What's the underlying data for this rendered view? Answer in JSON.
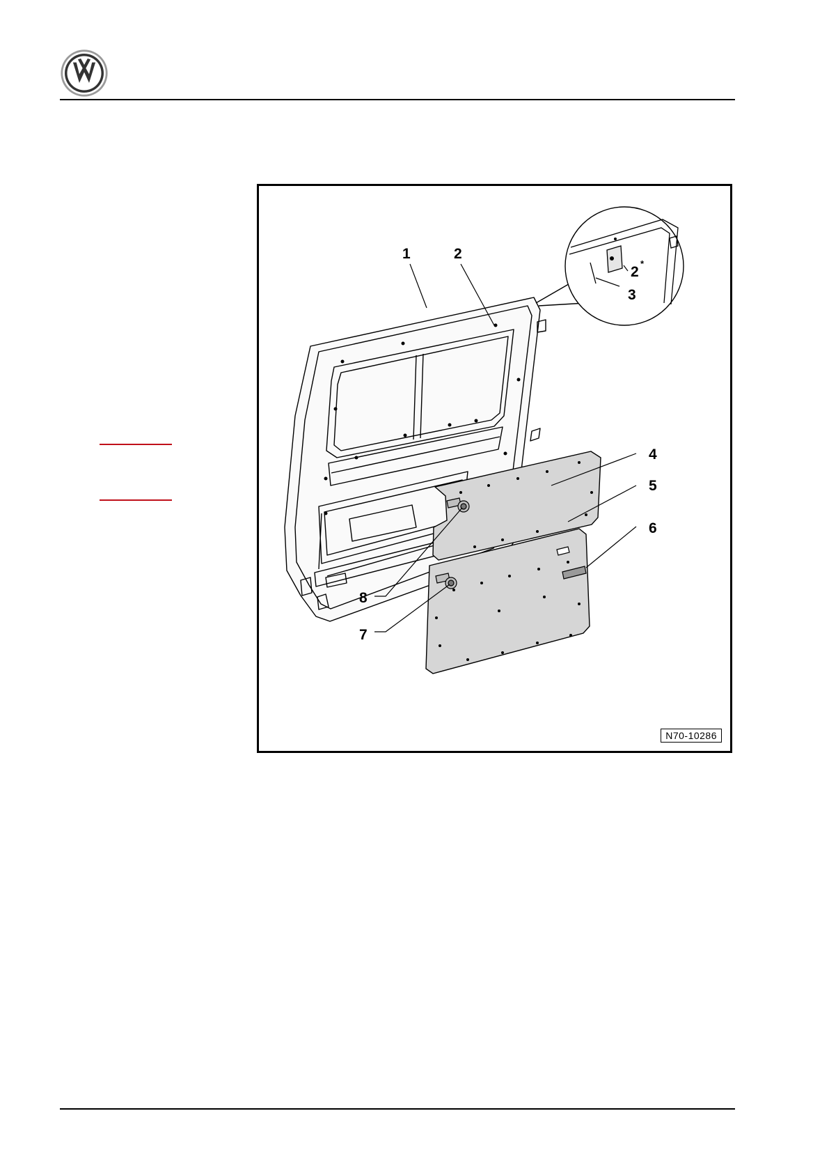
{
  "header": {
    "logo": "vw-logo"
  },
  "figure": {
    "callouts": [
      "1",
      "2",
      "2",
      "3",
      "4",
      "5",
      "6",
      "7",
      "8"
    ],
    "detail_callout_suffix": "*",
    "reference_code": "N70-10286"
  },
  "colors": {
    "rule": "#000000",
    "margin_marks": "#c0101a",
    "panel_fill": "#d6d6d6",
    "logo_blue": "#1a1a1a"
  }
}
